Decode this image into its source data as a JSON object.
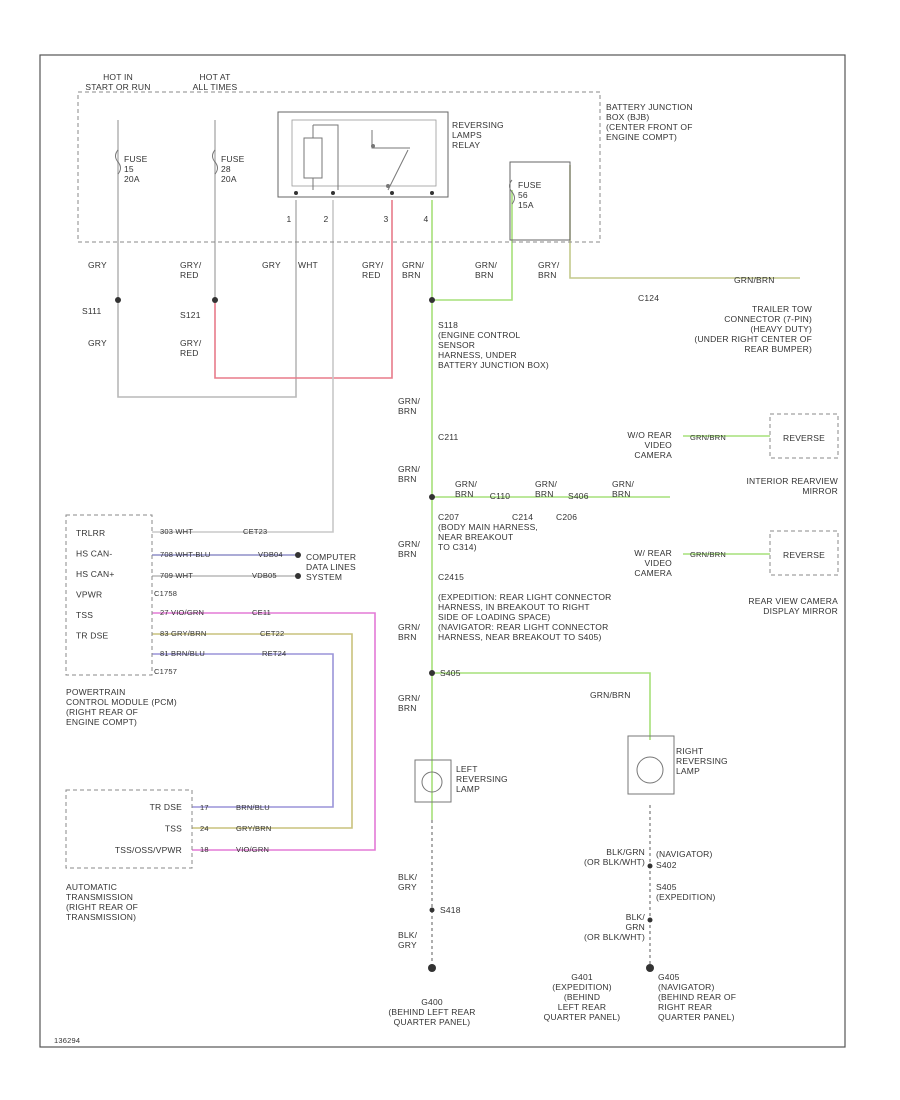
{
  "wire_colors": {
    "gray": "#b8b8b8",
    "gray_red": "#e87b8a",
    "green": "#a6e07a",
    "green_khaki": "#c3c98c",
    "pink": "#e37ad6",
    "violet": "#9a94d8",
    "gray_violet": "#8f8fc8",
    "khaki": "#c9c27d",
    "khaki_brown": "#b8a27a"
  },
  "power": {
    "hot_run_l1": "HOT IN",
    "hot_run_l2": "START OR RUN",
    "hot_all_l1": "HOT AT",
    "hot_all_l2": "ALL TIMES"
  },
  "fuses": {
    "f1": [
      "FUSE",
      "15",
      "20A"
    ],
    "f2": [
      "FUSE",
      "28",
      "20A"
    ],
    "f3": [
      "FUSE",
      "56",
      "15A"
    ]
  },
  "relay": {
    "label": [
      "REVERSING",
      "LAMPS",
      "RELAY"
    ],
    "pins": [
      "1",
      "2",
      "3",
      "4"
    ]
  },
  "bjb": [
    "BATTERY JUNCTION",
    "BOX (BJB)",
    "(CENTER FRONT OF",
    "ENGINE COMPT)"
  ],
  "wires": {
    "gry": "GRY",
    "gry_red": [
      "GRY/",
      "RED"
    ],
    "wht": "WHT",
    "grn_brn": [
      "GRN/",
      "BRN"
    ],
    "gry_brn": [
      "GRY/",
      "BRN"
    ],
    "gry_s": "GRY",
    "blk_gry": [
      "BLK/",
      "GRY"
    ],
    "blk_grn": [
      "BLK/GRN",
      "(OR BLK/WHT)"
    ],
    "blk_grn2": [
      "BLK/",
      "GRN",
      "(OR BLK/WHT)"
    ],
    "grn_brn_s": "GRN/BRN",
    "grn_brn_tt": "GRN/BRN",
    "grn_brn_icam": "GRN/BRN",
    "grn_brn_rcam": "GRN/BRN",
    "grn_brn_h": [
      "GRN/",
      "BRN"
    ]
  },
  "splices": {
    "s111": "S111",
    "s121": "S121",
    "s118": [
      "S118",
      "(ENGINE CONTROL",
      "SENSOR",
      "HARNESS, UNDER",
      "BATTERY JUNCTION BOX)"
    ],
    "c211": "C211",
    "c2415": "C2415",
    "s406": "S406",
    "s405": "S405",
    "s418": "S418"
  },
  "connectors": {
    "c124": "C124",
    "c110": "C110",
    "c214": "C214",
    "c206": "C206",
    "c207": "C207",
    "c1758": "C1758",
    "c1757": "C1757",
    "c207_note": [
      "C207",
      "(BODY MAIN HARNESS,",
      "NEAR BREAKOUT",
      "TO C314)"
    ]
  },
  "trailer_tow": [
    "TRAILER TOW",
    "CONNECTOR (7-PIN)",
    "(HEAVY DUTY)",
    "(UNDER RIGHT CENTER OF",
    "REAR BUMPER)"
  ],
  "cameras": {
    "int": [
      "W/O REAR",
      "VIDEO",
      "CAMERA"
    ],
    "int_mirror": [
      "INTERIOR REARVIEW",
      "MIRROR"
    ],
    "rear": [
      "W/ REAR",
      "VIDEO",
      "CAMERA"
    ],
    "rear_mirror": [
      "REAR VIEW CAMERA",
      "DISPLAY MIRROR"
    ],
    "box_label": "REVERSE"
  },
  "pcm": {
    "pins": [
      "TRLRR",
      "HS CAN-",
      "HS CAN+",
      "VPWR",
      "TSS",
      "TR DSE"
    ],
    "wire_labels": [
      "303 WHT",
      "708 WHT-BLU",
      "709 WHT",
      "27 VIO/GRN",
      "83 GRY/BRN",
      "81 BRN/BLU"
    ],
    "codes": [
      "CET23",
      "VDB04",
      "VDB05",
      "CE11",
      "CET22",
      "RET24"
    ],
    "data_lines": [
      "COMPUTER",
      "DATA LINES",
      "SYSTEM"
    ],
    "label": [
      "POWERTRAIN",
      "CONTROL MODULE (PCM)",
      "(RIGHT REAR OF",
      "ENGINE COMPT)"
    ]
  },
  "trans": {
    "pins": [
      "TR DSE",
      "TSS",
      "TSS/OSS/VPWR"
    ],
    "nums": [
      "17",
      "24",
      "18"
    ],
    "wire_labels": [
      "BRN/BLU",
      "GRY/BRN",
      "VIO/GRN"
    ],
    "label": [
      "AUTOMATIC",
      "TRANSMISSION",
      "(RIGHT REAR OF",
      "TRANSMISSION)"
    ]
  },
  "harness_note": [
    "(EXPEDITION: REAR LIGHT CONNECTOR",
    "HARNESS, IN BREAKOUT TO RIGHT",
    "SIDE OF LOADING SPACE)",
    "(NAVIGATOR: REAR LIGHT CONNECTOR",
    "HARNESS, NEAR BREAKOUT TO S405)"
  ],
  "lamps": {
    "left": [
      "LEFT",
      "REVERSING",
      "LAMP"
    ],
    "right": [
      "RIGHT",
      "REVERSING",
      "LAMP"
    ]
  },
  "grounds": {
    "g400": [
      "G400",
      "(BEHIND LEFT REAR",
      "QUARTER PANEL)"
    ],
    "g401": [
      "G401",
      "(EXPEDITION)",
      "(BEHIND",
      "LEFT REAR",
      "QUARTER PANEL)"
    ],
    "g405": [
      "G405",
      "(NAVIGATOR)",
      "(BEHIND REAR OF",
      "RIGHT REAR",
      "QUARTER PANEL)"
    ],
    "nav": "(NAVIGATOR)",
    "s402": "S402",
    "exp": "(EXPEDITION)"
  },
  "footer_code": "136294"
}
